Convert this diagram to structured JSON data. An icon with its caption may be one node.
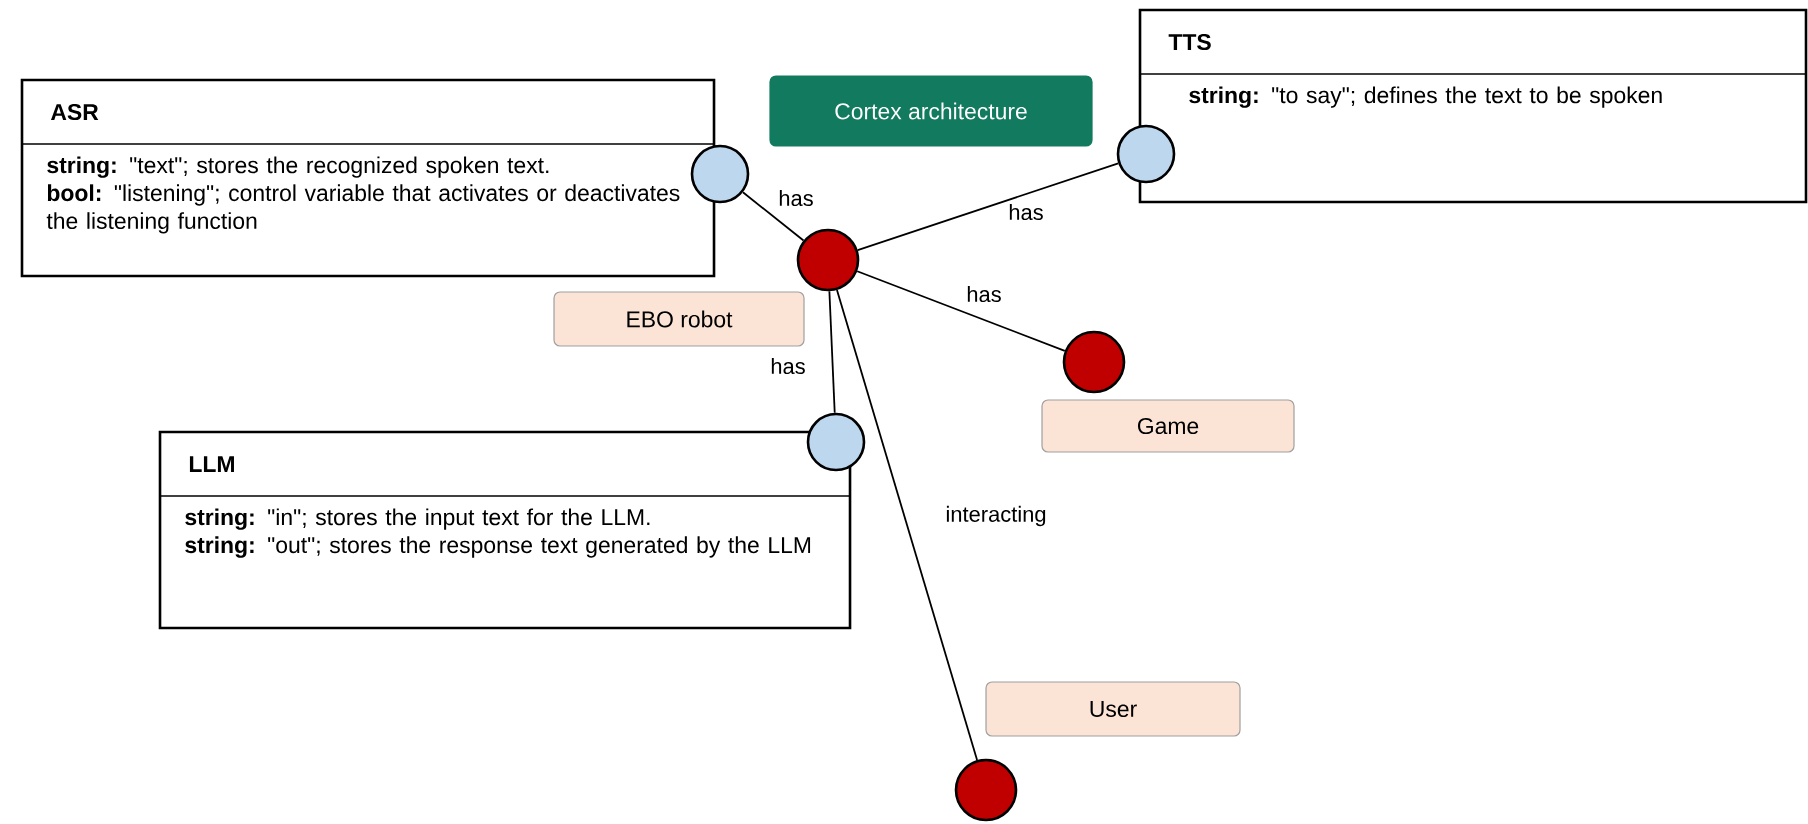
{
  "diagram": {
    "nodes": [
      {
        "text": [
          "ASR",
          "**string:** \"text\"; stores the recognized spoken text.",
          "**bool:** \"listening\"; control variable that activates or deactivates the listening function"
        ]
      },
      {
        "text": [],
        "shape": "circle"
      },
      {
        "text": [
          "Cortex architecture"
        ]
      },
      {
        "text": [],
        "shape": "circle"
      },
      {
        "text": [
          "EBO robot"
        ]
      },
      {
        "text": [
          "TTS",
          "**string:** \"to say\"; defines the text to be spoken"
        ]
      },
      {
        "text": [],
        "shape": "circle"
      },
      {
        "text": [],
        "shape": "circle"
      },
      {
        "text": [
          "Game"
        ]
      },
      {
        "text": [
          "LLM",
          "**string:** \"in\"; stores the input text for the LLM.",
          "**string:** \"out\"; stores the response text generated by the LLM"
        ]
      },
      {
        "text": [],
        "shape": "circle"
      },
      {
        "text": [],
        "shape": "circle"
      },
      {
        "text": [
          "User"
        ]
      }
    ],
    "edges": [
      {
        "from": 3,
        "to": 1,
        "arrow": "none",
        "label": "has"
      },
      {
        "from": 3,
        "to": 6,
        "arrow": "none",
        "label": "has"
      },
      {
        "from": 3,
        "to": 7,
        "arrow": "none",
        "label": "has"
      },
      {
        "from": 3,
        "to": 10,
        "arrow": "none",
        "label": "has"
      },
      {
        "from": 3,
        "to": 11,
        "arrow": "none",
        "label": "interacting"
      }
    ]
  }
}
